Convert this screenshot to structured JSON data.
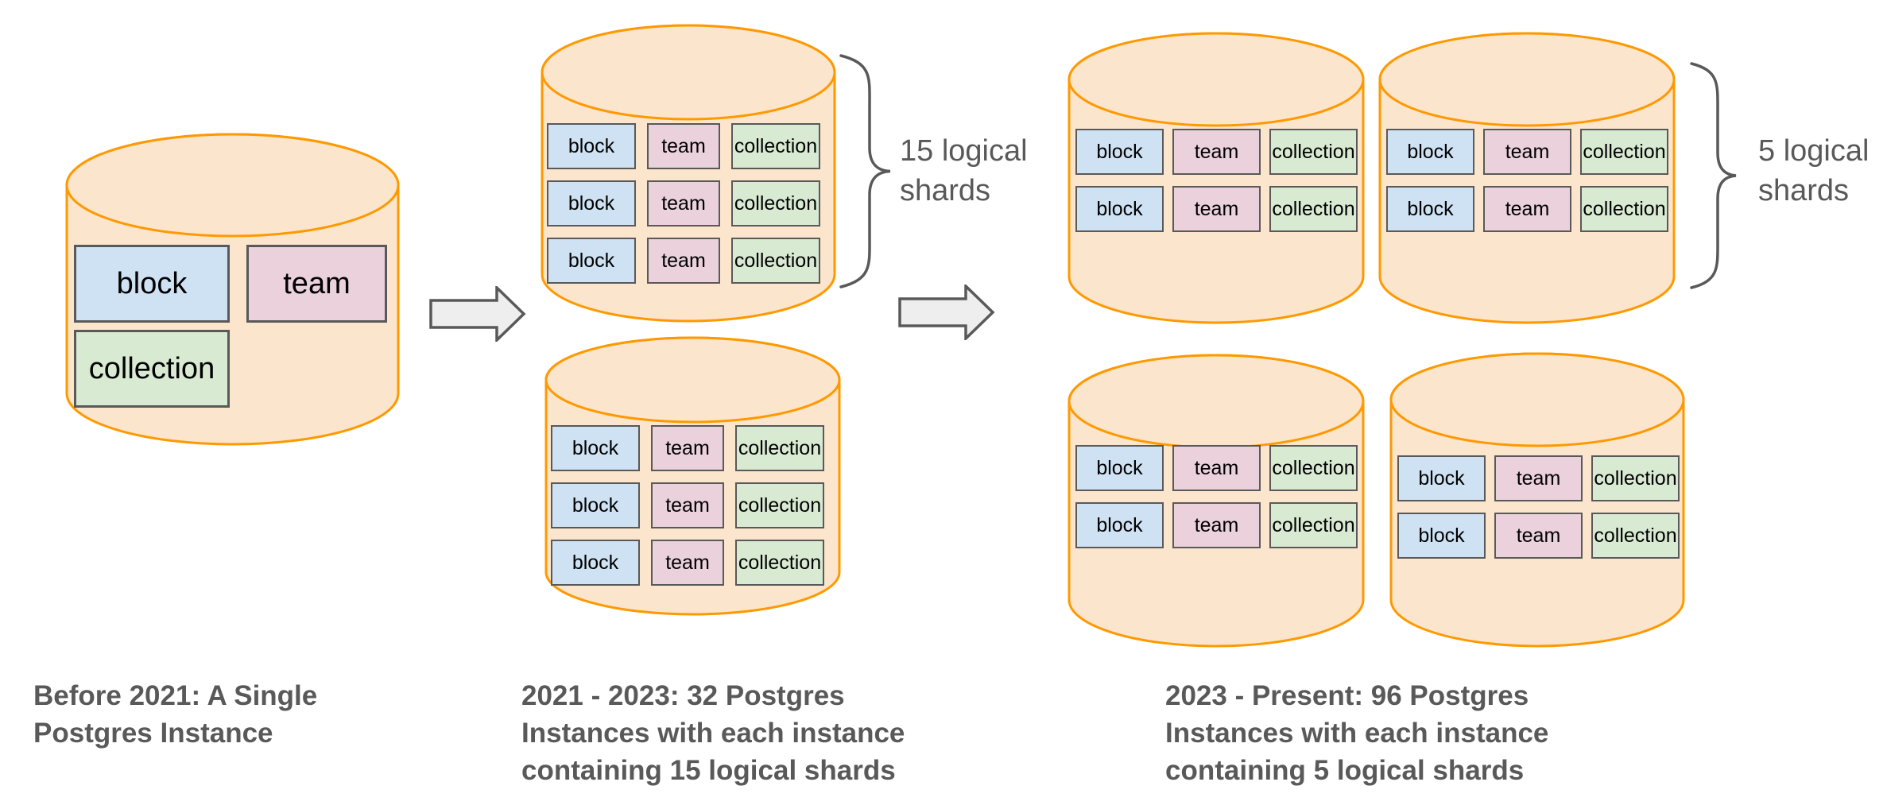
{
  "diagram": {
    "background": "#ffffff",
    "colors": {
      "background": "#ffffff",
      "cylinder_fill": "#fce5cd",
      "cylinder_stroke": "#ff9900",
      "box_border": "#595959",
      "box_text": "#000000",
      "table_block_fill": "#cfe2f3",
      "table_team_fill": "#ead1dc",
      "table_collection_fill": "#d9ead3",
      "arrow_fill": "#eeeeee",
      "arrow_stroke": "#595959",
      "text_gray": "#595959"
    },
    "tables": [
      "block",
      "team",
      "collection"
    ],
    "stages": [
      {
        "id": "before-2021",
        "caption_lines": [
          "Before 2021: A Single",
          "Postgres Instance"
        ],
        "visible_shard_rows": 1
      },
      {
        "id": "2021-2023",
        "caption_lines": [
          "2021 - 2023: 32 Postgres",
          "Instances with each instance",
          "containing 15 logical shards"
        ],
        "brace_label_lines": [
          "15 logical",
          "shards"
        ],
        "visible_shard_rows": 3
      },
      {
        "id": "2023-present",
        "caption_lines": [
          "2023 - Present: 96 Postgres",
          "Instances with each instance",
          "containing 5 logical shards"
        ],
        "brace_label_lines": [
          "5 logical",
          "shards"
        ],
        "visible_shard_rows": 2
      }
    ]
  }
}
